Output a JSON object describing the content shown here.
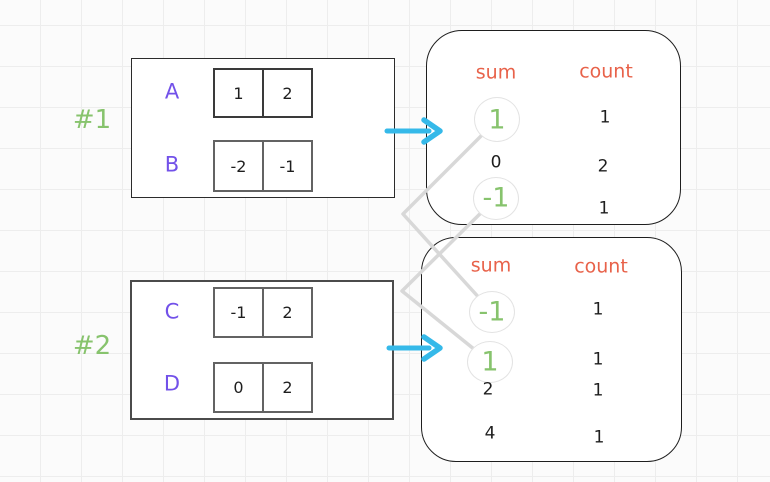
{
  "colors": {
    "canvas_bg": "#fbfbfb",
    "grid_line": "#ededed",
    "ink": "#1e1e1e",
    "purple": "#7251e9",
    "green": "#87c36d",
    "orange": "#e8624a",
    "blue": "#35b9e9",
    "connector": "#d8d8d8",
    "circle_stroke": "#e3e3e3"
  },
  "groups": [
    {
      "label": "#1",
      "rows": [
        {
          "name": "A",
          "cells": [
            "1",
            "2"
          ]
        },
        {
          "name": "B",
          "cells": [
            "-2",
            "-1"
          ]
        }
      ]
    },
    {
      "label": "#2",
      "rows": [
        {
          "name": "C",
          "cells": [
            "-1",
            "2"
          ]
        },
        {
          "name": "D",
          "cells": [
            "0",
            "2"
          ]
        }
      ]
    }
  ],
  "result_boxes": [
    {
      "sum_header": "sum",
      "count_header": "count",
      "rows": [
        {
          "sum": "1",
          "count": "1",
          "highlighted": true
        },
        {
          "sum": "0",
          "count": "2",
          "highlighted": false
        },
        {
          "sum": "-1",
          "count": "1",
          "highlighted": true
        }
      ]
    },
    {
      "sum_header": "sum",
      "count_header": "count",
      "rows": [
        {
          "sum": "-1",
          "count": "1",
          "highlighted": true
        },
        {
          "sum": "1",
          "count": "1",
          "highlighted": true
        },
        {
          "sum": "2",
          "count": "1",
          "highlighted": false
        },
        {
          "sum": "4",
          "count": "1",
          "highlighted": false
        }
      ]
    }
  ]
}
